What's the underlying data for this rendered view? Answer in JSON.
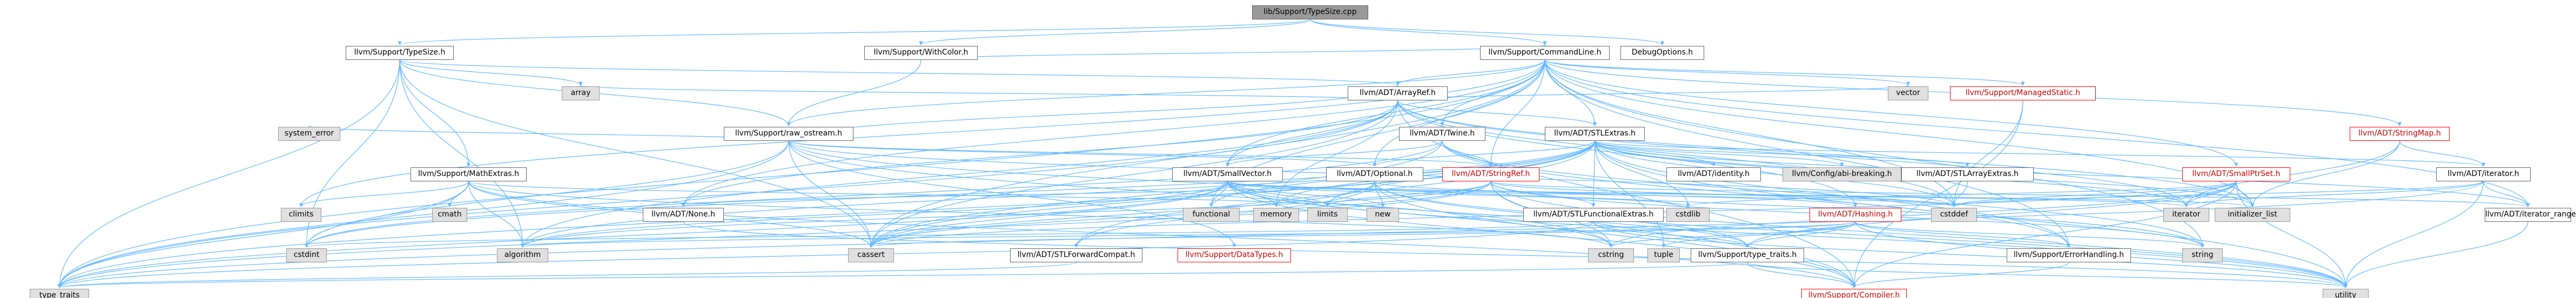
{
  "graph": {
    "colors": {
      "edge": "#63b8ff",
      "node_border": "#666666",
      "external_fill": "#e0e0e0",
      "truncated_border": "#ff0000",
      "root_fill": "#999999"
    },
    "nodes": [
      {
        "id": "typesize_cpp",
        "label": "lib/Support/TypeSize.cpp",
        "kind": "root"
      },
      {
        "id": "typesize_h",
        "label": "llvm/Support/TypeSize.h",
        "kind": "normal"
      },
      {
        "id": "withcolor_h",
        "label": "llvm/Support/WithColor.h",
        "kind": "normal"
      },
      {
        "id": "commandline_h",
        "label": "llvm/Support/CommandLine.h",
        "kind": "normal"
      },
      {
        "id": "debugoptions_h",
        "label": "DebugOptions.h",
        "kind": "normal"
      },
      {
        "id": "arrayref_h",
        "label": "llvm/ADT/ArrayRef.h",
        "kind": "normal"
      },
      {
        "id": "managedstatic_h",
        "label": "llvm/Support/ManagedStatic.h",
        "kind": "truncated"
      },
      {
        "id": "stringmap_h",
        "label": "llvm/ADT/StringMap.h",
        "kind": "truncated"
      },
      {
        "id": "raw_ostream_h",
        "label": "llvm/Support/raw_ostream.h",
        "kind": "normal"
      },
      {
        "id": "twine_h",
        "label": "llvm/ADT/Twine.h",
        "kind": "normal"
      },
      {
        "id": "stlextras_h",
        "label": "llvm/ADT/STLExtras.h",
        "kind": "normal"
      },
      {
        "id": "iterator_h",
        "label": "llvm/ADT/iterator.h",
        "kind": "normal"
      },
      {
        "id": "mathextras_h",
        "label": "llvm/Support/MathExtras.h",
        "kind": "normal"
      },
      {
        "id": "smallvector_h",
        "label": "llvm/ADT/SmallVector.h",
        "kind": "normal"
      },
      {
        "id": "optional_h",
        "label": "llvm/ADT/Optional.h",
        "kind": "normal"
      },
      {
        "id": "stringref_h",
        "label": "llvm/ADT/StringRef.h",
        "kind": "truncated"
      },
      {
        "id": "identity_h",
        "label": "llvm/ADT/identity.h",
        "kind": "normal"
      },
      {
        "id": "config_abi",
        "label": "llvm/Config/abi-breaking.h",
        "kind": "external"
      },
      {
        "id": "stlarrayextras_h",
        "label": "llvm/ADT/STLArrayExtras.h",
        "kind": "normal"
      },
      {
        "id": "smallptrset_h",
        "label": "llvm/ADT/SmallPtrSet.h",
        "kind": "truncated"
      },
      {
        "id": "none_h",
        "label": "llvm/ADT/None.h",
        "kind": "normal"
      },
      {
        "id": "stlfunctional_h",
        "label": "llvm/ADT/STLFunctionalExtras.h",
        "kind": "normal"
      },
      {
        "id": "hashing_h",
        "label": "llvm/ADT/Hashing.h",
        "kind": "truncated"
      },
      {
        "id": "iterator_range_h",
        "label": "llvm/ADT/iterator_range.h",
        "kind": "normal"
      },
      {
        "id": "stlforward_h",
        "label": "llvm/ADT/STLForwardCompat.h",
        "kind": "normal"
      },
      {
        "id": "datatypes_h",
        "label": "llvm/Support/DataTypes.h",
        "kind": "truncated"
      },
      {
        "id": "type_traits_h",
        "label": "llvm/Support/type_traits.h",
        "kind": "normal"
      },
      {
        "id": "errorhandling_h",
        "label": "llvm/Support/ErrorHandling.h",
        "kind": "normal"
      },
      {
        "id": "compiler_h",
        "label": "llvm/Support/Compiler.h",
        "kind": "truncated"
      },
      {
        "id": "array",
        "label": "array",
        "kind": "external"
      },
      {
        "id": "vector",
        "label": "vector",
        "kind": "external"
      },
      {
        "id": "system_error",
        "label": "system_error",
        "kind": "external"
      },
      {
        "id": "climits",
        "label": "climits",
        "kind": "external"
      },
      {
        "id": "cmath",
        "label": "cmath",
        "kind": "external"
      },
      {
        "id": "cstdint",
        "label": "cstdint",
        "kind": "external"
      },
      {
        "id": "algorithm",
        "label": "algorithm",
        "kind": "external"
      },
      {
        "id": "functional",
        "label": "functional",
        "kind": "external"
      },
      {
        "id": "memory",
        "label": "memory",
        "kind": "external"
      },
      {
        "id": "limits",
        "label": "limits",
        "kind": "external"
      },
      {
        "id": "new",
        "label": "new",
        "kind": "external"
      },
      {
        "id": "cstdlib",
        "label": "cstdlib",
        "kind": "external"
      },
      {
        "id": "cstddef",
        "label": "cstddef",
        "kind": "external"
      },
      {
        "id": "iterator",
        "label": "iterator",
        "kind": "external"
      },
      {
        "id": "initializer_list",
        "label": "initializer_list",
        "kind": "external"
      },
      {
        "id": "cassert",
        "label": "cassert",
        "kind": "external"
      },
      {
        "id": "cstring",
        "label": "cstring",
        "kind": "external"
      },
      {
        "id": "tuple",
        "label": "tuple",
        "kind": "external"
      },
      {
        "id": "string",
        "label": "string",
        "kind": "external"
      },
      {
        "id": "type_traits",
        "label": "type_traits",
        "kind": "external"
      },
      {
        "id": "utility",
        "label": "utility",
        "kind": "external"
      }
    ],
    "edges": [
      [
        "typesize_cpp",
        "typesize_h"
      ],
      [
        "typesize_cpp",
        "withcolor_h"
      ],
      [
        "typesize_cpp",
        "commandline_h"
      ],
      [
        "typesize_cpp",
        "debugoptions_h"
      ],
      [
        "typesize_h",
        "arrayref_h"
      ],
      [
        "typesize_h",
        "mathextras_h"
      ],
      [
        "typesize_h",
        "raw_ostream_h"
      ],
      [
        "typesize_h",
        "algorithm"
      ],
      [
        "typesize_h",
        "array"
      ],
      [
        "typesize_h",
        "cassert"
      ],
      [
        "typesize_h",
        "cstdint"
      ],
      [
        "typesize_h",
        "type_traits"
      ],
      [
        "withcolor_h",
        "raw_ostream_h"
      ],
      [
        "withcolor_h",
        "commandline_h"
      ],
      [
        "commandline_h",
        "arrayref_h"
      ],
      [
        "commandline_h",
        "none_h"
      ],
      [
        "commandline_h",
        "optional_h"
      ],
      [
        "commandline_h",
        "stlextras_h"
      ],
      [
        "commandline_h",
        "smallptrset_h"
      ],
      [
        "commandline_h",
        "smallvector_h"
      ],
      [
        "commandline_h",
        "stringmap_h"
      ],
      [
        "commandline_h",
        "stringref_h"
      ],
      [
        "commandline_h",
        "twine_h"
      ],
      [
        "commandline_h",
        "iterator_range_h"
      ],
      [
        "commandline_h",
        "errorhandling_h"
      ],
      [
        "commandline_h",
        "managedstatic_h"
      ],
      [
        "commandline_h",
        "raw_ostream_h"
      ],
      [
        "commandline_h",
        "cassert"
      ],
      [
        "commandline_h",
        "climits"
      ],
      [
        "commandline_h",
        "cstddef"
      ],
      [
        "commandline_h",
        "functional"
      ],
      [
        "commandline_h",
        "initializer_list"
      ],
      [
        "commandline_h",
        "string"
      ],
      [
        "commandline_h",
        "type_traits"
      ],
      [
        "commandline_h",
        "vector"
      ],
      [
        "arrayref_h",
        "hashing_h"
      ],
      [
        "arrayref_h",
        "none_h"
      ],
      [
        "arrayref_h",
        "smallvector_h"
      ],
      [
        "arrayref_h",
        "stlextras_h"
      ],
      [
        "arrayref_h",
        "compiler_h"
      ],
      [
        "arrayref_h",
        "algorithm"
      ],
      [
        "arrayref_h",
        "array"
      ],
      [
        "arrayref_h",
        "cassert"
      ],
      [
        "arrayref_h",
        "cstddef"
      ],
      [
        "arrayref_h",
        "initializer_list"
      ],
      [
        "arrayref_h",
        "iterator"
      ],
      [
        "arrayref_h",
        "memory"
      ],
      [
        "arrayref_h",
        "type_traits"
      ],
      [
        "arrayref_h",
        "vector"
      ],
      [
        "managedstatic_h",
        "compiler_h"
      ],
      [
        "managedstatic_h",
        "cstddef"
      ],
      [
        "stringmap_h",
        "iterator_h"
      ],
      [
        "stringmap_h",
        "initializer_list"
      ],
      [
        "stringmap_h",
        "iterator"
      ],
      [
        "raw_ostream_h",
        "arrayref_h"
      ],
      [
        "raw_ostream_h",
        "optional_h"
      ],
      [
        "raw_ostream_h",
        "stringref_h"
      ],
      [
        "raw_ostream_h",
        "datatypes_h"
      ],
      [
        "raw_ostream_h",
        "cassert"
      ],
      [
        "raw_ostream_h",
        "cstddef"
      ],
      [
        "raw_ostream_h",
        "cstdint"
      ],
      [
        "raw_ostream_h",
        "cstring"
      ],
      [
        "raw_ostream_h",
        "string"
      ],
      [
        "raw_ostream_h",
        "system_error"
      ],
      [
        "raw_ostream_h",
        "type_traits"
      ],
      [
        "twine_h",
        "smallvector_h"
      ],
      [
        "twine_h",
        "stringref_h"
      ],
      [
        "twine_h",
        "errorhandling_h"
      ],
      [
        "twine_h",
        "cassert"
      ],
      [
        "twine_h",
        "cstdint"
      ],
      [
        "twine_h",
        "string"
      ],
      [
        "stlextras_h",
        "optional_h"
      ],
      [
        "stlextras_h",
        "stlarrayextras_h"
      ],
      [
        "stlextras_h",
        "stlforward_h"
      ],
      [
        "stlextras_h",
        "stlfunctional_h"
      ],
      [
        "stlextras_h",
        "identity_h"
      ],
      [
        "stlextras_h",
        "iterator_h"
      ],
      [
        "stlextras_h",
        "iterator_range_h"
      ],
      [
        "stlextras_h",
        "config_abi"
      ],
      [
        "stlextras_h",
        "errorhandling_h"
      ],
      [
        "stlextras_h",
        "algorithm"
      ],
      [
        "stlextras_h",
        "cassert"
      ],
      [
        "stlextras_h",
        "cstddef"
      ],
      [
        "stlextras_h",
        "cstdint"
      ],
      [
        "stlextras_h",
        "cstdlib"
      ],
      [
        "stlextras_h",
        "functional"
      ],
      [
        "stlextras_h",
        "initializer_list"
      ],
      [
        "stlextras_h",
        "iterator"
      ],
      [
        "stlextras_h",
        "limits"
      ],
      [
        "stlextras_h",
        "memory"
      ],
      [
        "stlextras_h",
        "tuple"
      ],
      [
        "stlextras_h",
        "type_traits"
      ],
      [
        "stlextras_h",
        "utility"
      ],
      [
        "iterator_h",
        "iterator_range_h"
      ],
      [
        "iterator_h",
        "cstddef"
      ],
      [
        "iterator_h",
        "iterator"
      ],
      [
        "iterator_h",
        "type_traits"
      ],
      [
        "iterator_h",
        "utility"
      ],
      [
        "mathextras_h",
        "compiler_h"
      ],
      [
        "mathextras_h",
        "cassert"
      ],
      [
        "mathextras_h",
        "climits"
      ],
      [
        "mathextras_h",
        "cmath"
      ],
      [
        "mathextras_h",
        "cstdint"
      ],
      [
        "mathextras_h",
        "cstring"
      ],
      [
        "mathextras_h",
        "limits"
      ],
      [
        "mathextras_h",
        "type_traits"
      ],
      [
        "mathextras_h",
        "algorithm"
      ],
      [
        "smallvector_h",
        "compiler_h"
      ],
      [
        "smallvector_h",
        "type_traits_h"
      ],
      [
        "smallvector_h",
        "algorithm"
      ],
      [
        "smallvector_h",
        "cassert"
      ],
      [
        "smallvector_h",
        "cstddef"
      ],
      [
        "smallvector_h",
        "cstdlib"
      ],
      [
        "smallvector_h",
        "cstring"
      ],
      [
        "smallvector_h",
        "functional"
      ],
      [
        "smallvector_h",
        "initializer_list"
      ],
      [
        "smallvector_h",
        "iterator"
      ],
      [
        "smallvector_h",
        "limits"
      ],
      [
        "smallvector_h",
        "memory"
      ],
      [
        "smallvector_h",
        "new"
      ],
      [
        "smallvector_h",
        "type_traits"
      ],
      [
        "smallvector_h",
        "utility"
      ],
      [
        "optional_h",
        "hashing_h"
      ],
      [
        "optional_h",
        "none_h"
      ],
      [
        "optional_h",
        "stlforward_h"
      ],
      [
        "optional_h",
        "compiler_h"
      ],
      [
        "optional_h",
        "type_traits_h"
      ],
      [
        "optional_h",
        "cassert"
      ],
      [
        "optional_h",
        "new"
      ],
      [
        "optional_h",
        "utility"
      ],
      [
        "stringref_h",
        "stlfunctional_h"
      ],
      [
        "stringref_h",
        "iterator_range_h"
      ],
      [
        "stringref_h",
        "compiler_h"
      ],
      [
        "stringref_h",
        "algorithm"
      ],
      [
        "stringref_h",
        "cassert"
      ],
      [
        "stringref_h",
        "cstddef"
      ],
      [
        "stringref_h",
        "cstring"
      ],
      [
        "stringref_h",
        "limits"
      ],
      [
        "stringref_h",
        "string"
      ],
      [
        "stringref_h",
        "type_traits"
      ],
      [
        "stringref_h",
        "utility"
      ],
      [
        "stlarrayextras_h",
        "cstddef"
      ],
      [
        "smallptrset_h",
        "epochtracker_placeholder"
      ],
      [
        "smallptrset_h",
        "compiler_h"
      ],
      [
        "smallptrset_h",
        "type_traits_h"
      ],
      [
        "smallptrset_h",
        "cassert"
      ],
      [
        "smallptrset_h",
        "cstddef"
      ],
      [
        "smallptrset_h",
        "cstdlib"
      ],
      [
        "smallptrset_h",
        "cstring"
      ],
      [
        "smallptrset_h",
        "initializer_list"
      ],
      [
        "smallptrset_h",
        "iterator"
      ],
      [
        "smallptrset_h",
        "utility"
      ],
      [
        "stlfunctional_h",
        "stlextras_placeholder"
      ],
      [
        "stlfunctional_h",
        "cstdint"
      ],
      [
        "stlfunctional_h",
        "type_traits"
      ],
      [
        "stlfunctional_h",
        "utility"
      ],
      [
        "stlfunctional_h",
        "type_traits_h"
      ],
      [
        "hashing_h",
        "errorhandling_h"
      ],
      [
        "hashing_h",
        "type_traits_h"
      ],
      [
        "hashing_h",
        "algorithm"
      ],
      [
        "hashing_h",
        "cassert"
      ],
      [
        "hashing_h",
        "cstring"
      ],
      [
        "hashing_h",
        "string"
      ],
      [
        "hashing_h",
        "tuple"
      ],
      [
        "hashing_h",
        "utility"
      ],
      [
        "iterator_range_h",
        "utility"
      ],
      [
        "stlforward_h",
        "type_traits"
      ],
      [
        "type_traits_h",
        "compiler_h"
      ],
      [
        "type_traits_h",
        "type_traits"
      ],
      [
        "type_traits_h",
        "utility"
      ],
      [
        "errorhandling_h",
        "compiler_h"
      ],
      [
        "none_h",
        "utility"
      ]
    ]
  }
}
